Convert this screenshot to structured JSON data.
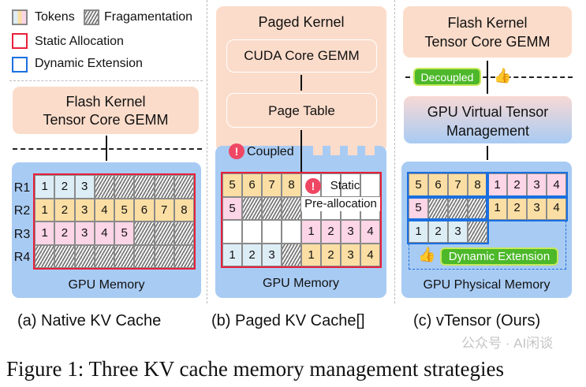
{
  "legend": {
    "tokens": "Tokens",
    "fragmentation": "Fragamentation",
    "static": "Static Allocation",
    "dynamic": "Dynamic Extension"
  },
  "colors": {
    "static_border": "#e8203a",
    "dynamic_border": "#1a6fe0",
    "token_yellow": "#fbdea3",
    "token_pink": "#fcd5e6",
    "token_blue": "#ddedf6",
    "memory_bg": "#a8cbf3",
    "kernel_bg": "#fbdcca",
    "badge_green": "#4cb82a"
  },
  "panel_a": {
    "kernel": [
      "Flash Kernel",
      "Tensor Core GEMM"
    ],
    "rows": [
      "R1",
      "R2",
      "R3",
      "R4"
    ],
    "memory": "GPU Memory",
    "caption": "(a) Native KV Cache",
    "grid": [
      [
        "b1",
        "b2",
        "b3",
        "h",
        "h",
        "h",
        "h",
        "h"
      ],
      [
        "y1",
        "y2",
        "y3",
        "y4",
        "y5",
        "y6",
        "y7",
        "y8"
      ],
      [
        "p1",
        "p2",
        "p3",
        "p4",
        "p5",
        "h",
        "h",
        "h"
      ],
      [
        "h",
        "h",
        "h",
        "h",
        "h",
        "h",
        "h",
        "h"
      ]
    ]
  },
  "panel_b": {
    "kernel": "Paged Kernel",
    "cuda": "CUDA Core GEMM",
    "page_table": "Page Table",
    "coupled": "Coupled",
    "static": "Static",
    "prealloc": "Pre-allocation",
    "memory": "GPU Memory",
    "caption": "(b) Paged KV Cache[]",
    "grid": [
      [
        "y5",
        "y6",
        "y7",
        "y8",
        "w",
        "w",
        "w",
        "w"
      ],
      [
        "p5",
        "h",
        "h",
        "h",
        "w",
        "w",
        "w",
        "w"
      ],
      [
        "w",
        "w",
        "w",
        "w",
        "p1",
        "p2",
        "p3",
        "p4"
      ],
      [
        "b1",
        "b2",
        "b3",
        "h",
        "y1",
        "y2",
        "y3",
        "y4"
      ]
    ]
  },
  "panel_c": {
    "kernel": [
      "Flash Kernel",
      "Tensor Core GEMM"
    ],
    "decoupled": "Decoupled",
    "virtual": [
      "GPU Virtual Tensor",
      "Management"
    ],
    "dynamic": "Dynamic Extension",
    "memory": "GPU Physical Memory",
    "caption": "(c) vTensor (Ours)",
    "grid": [
      [
        "y5",
        "y6",
        "y7",
        "y8",
        "p1",
        "p2",
        "p3",
        "p4"
      ],
      [
        "p5",
        "h",
        "h",
        "h",
        "y1",
        "y2",
        "y3",
        "y4"
      ],
      [
        "b1",
        "b2",
        "b3",
        "h",
        "e",
        "e",
        "e",
        "e"
      ]
    ]
  },
  "figure_caption": "Figure 1: Three KV cache memory management strategies",
  "watermark": "公众号 · AI闲谈"
}
